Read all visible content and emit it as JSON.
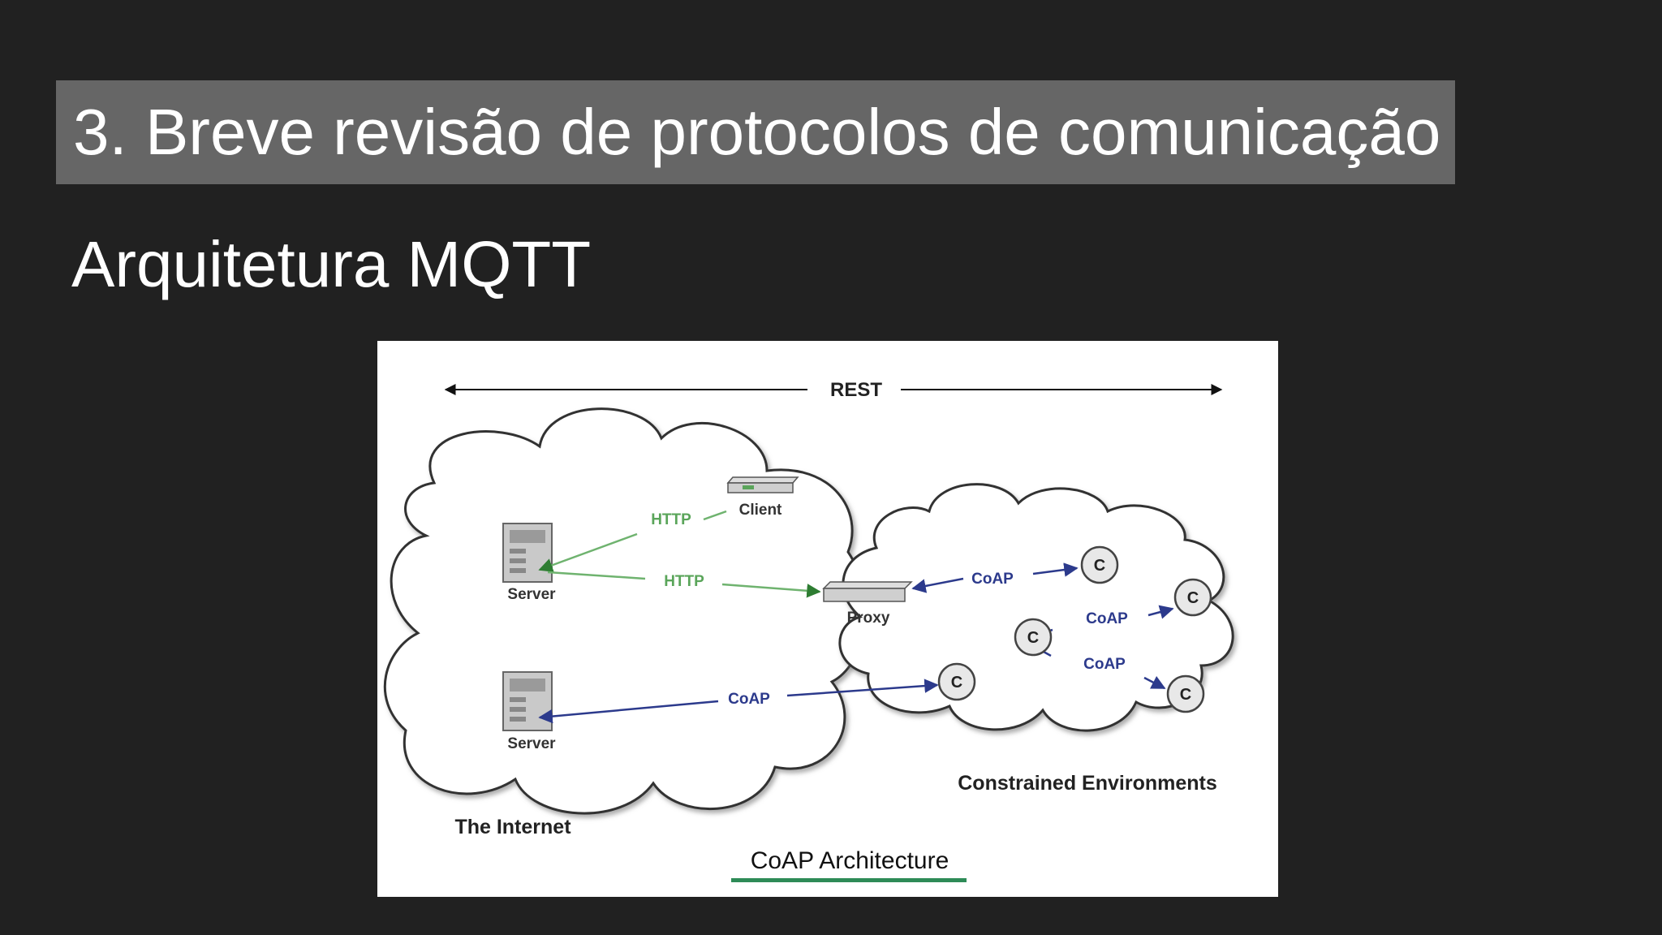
{
  "slide": {
    "title": "3. Breve revisão de protocolos de comunicação",
    "subtitle": "Arquitetura MQTT"
  },
  "diagram": {
    "rest_label": "REST",
    "client_label": "Client",
    "server_label": "Server",
    "proxy_label": "Proxy",
    "http_label": "HTTP",
    "coap_label": "CoAP",
    "constrained_node_label": "C",
    "internet_label": "The Internet",
    "constrained_env_label": "Constrained Environments",
    "caption": "CoAP Architecture",
    "colors": {
      "http": "#5aa55a",
      "coap": "#3c4a9a",
      "caption_underline": "#2e8b57"
    }
  }
}
